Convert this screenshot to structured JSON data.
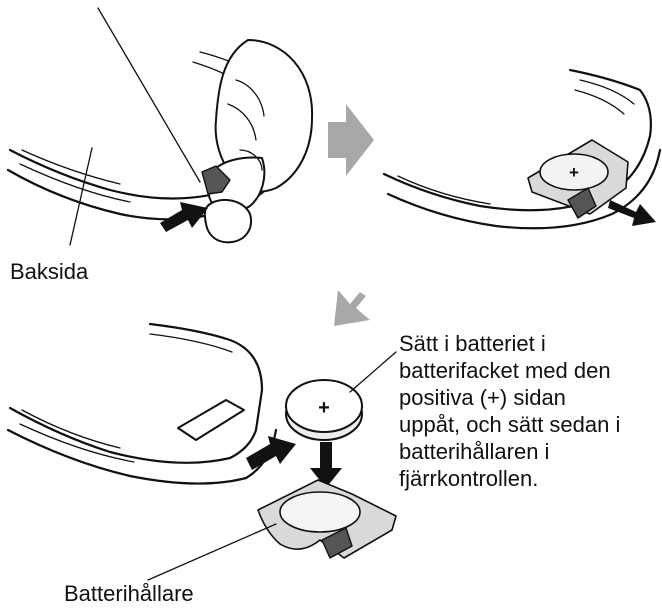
{
  "labels": {
    "back_side": "Baksida",
    "battery_holder": "Batterihållare",
    "instruction": "Sätt i batteriet i\nbatterifacket med den\npositiva (+) sidan\nuppåt, och sätt sedan i\nbatterihållaren i\nfjärrkontrollen."
  },
  "battery": {
    "polarity_symbol": "+"
  },
  "colors": {
    "step_arrow": "#a8a8a8",
    "outline": "#111111"
  }
}
